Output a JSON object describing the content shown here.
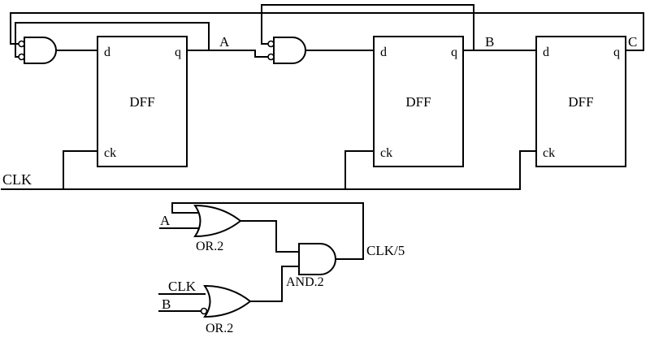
{
  "schematic": {
    "flipflops": {
      "label": "DFF",
      "pin_d": "d",
      "pin_q": "q",
      "pin_ck": "ck"
    },
    "nets": {
      "a": "A",
      "b": "B",
      "c": "C",
      "clk": "CLK"
    },
    "bottom": {
      "a_input": "A",
      "clk_input": "CLK",
      "b_input": "B",
      "or_gate_top": "OR.2",
      "or_gate_bottom": "OR.2",
      "and_gate": "AND.2",
      "output": "CLK/5"
    },
    "colors": {
      "ink": "#000000",
      "background": "#ffffff"
    }
  }
}
